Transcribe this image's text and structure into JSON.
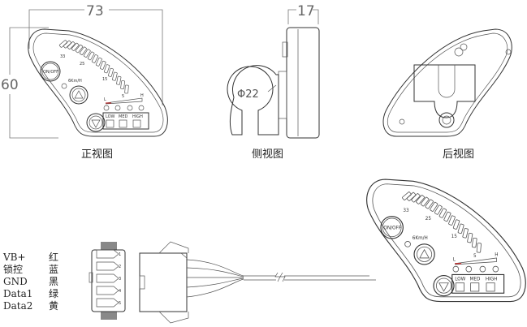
{
  "dimensions": {
    "width": "73",
    "height": "60",
    "depth": "17",
    "clamp_diameter": "Φ22"
  },
  "captions": {
    "front": "正视图",
    "side": "侧视图",
    "back": "后视图"
  },
  "panel": {
    "power_button": "ON/OFF",
    "speed_scale": [
      "33",
      "25",
      "15",
      "5"
    ],
    "walk_mode": "6Km/H",
    "level_low": "L",
    "level_high": "H",
    "buttons": [
      "LOW",
      "MED",
      "HIGH"
    ]
  },
  "wiring": {
    "pins": [
      {
        "signal": "VB+",
        "color": "红",
        "number": "1"
      },
      {
        "signal": "锁控",
        "color": "蓝",
        "number": "2"
      },
      {
        "signal": "GND",
        "color": "黑",
        "number": "3"
      },
      {
        "signal": "Data1",
        "color": "绿",
        "number": "4"
      },
      {
        "signal": "Data2",
        "color": "黄",
        "number": "5"
      }
    ]
  }
}
